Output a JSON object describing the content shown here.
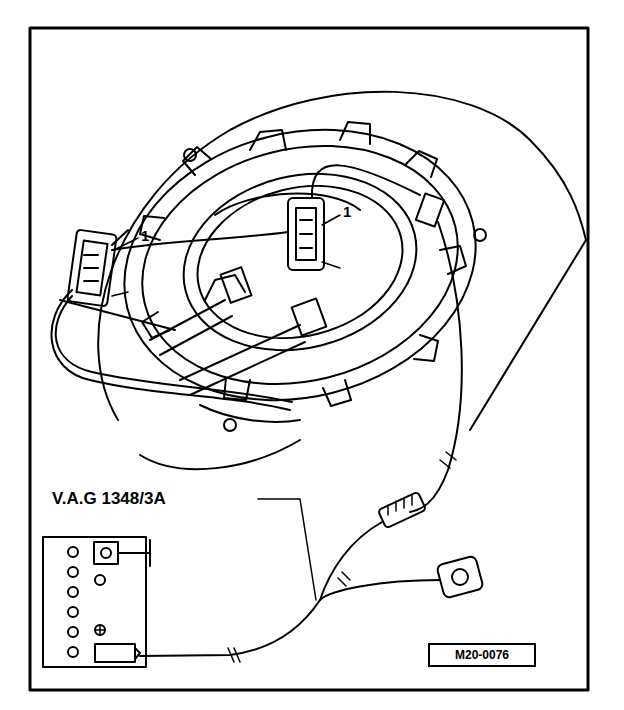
{
  "diagram": {
    "nodes": [
      {
        "text": [
          "M20-0076"
        ]
      }
    ],
    "labels": [
      "1",
      "1",
      "V.A.G 1348/3A"
    ]
  }
}
